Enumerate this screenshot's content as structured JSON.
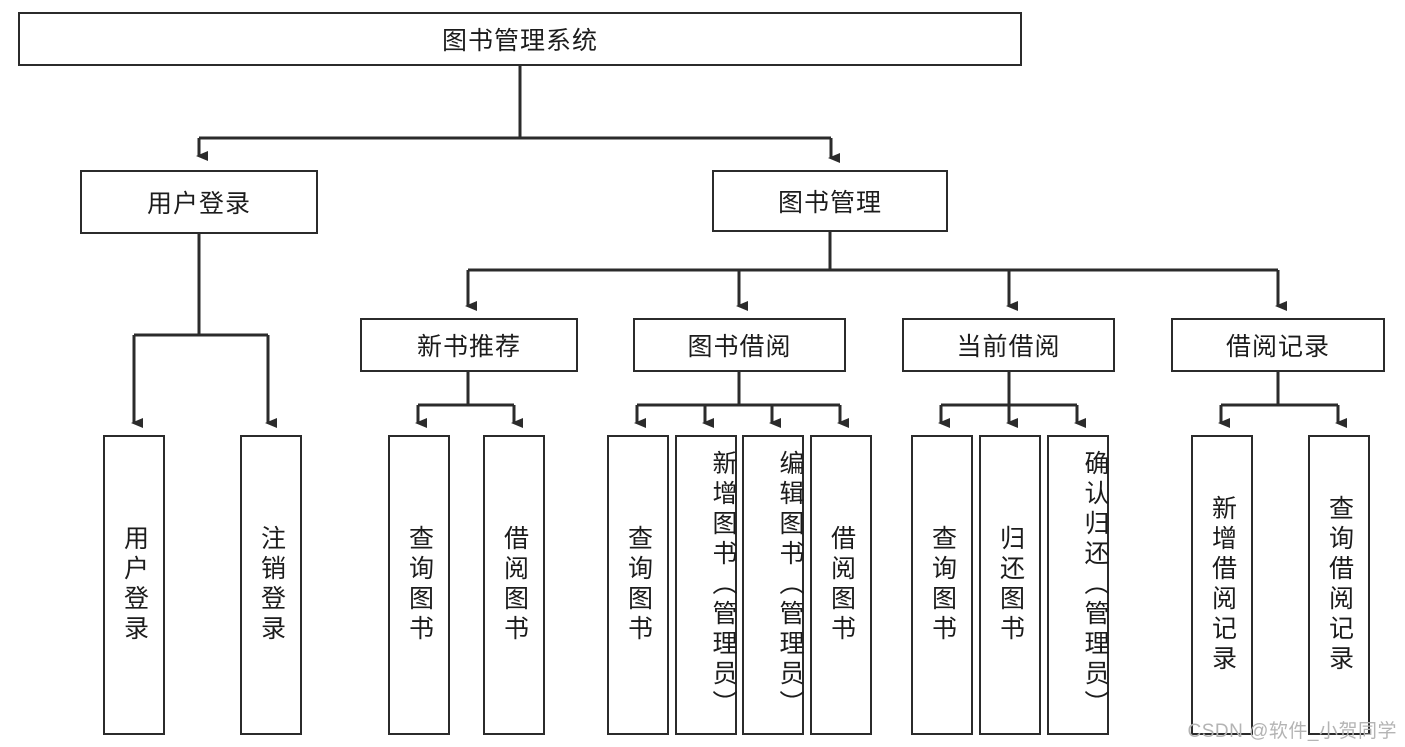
{
  "diagram": {
    "type": "tree-hierarchy-diagram",
    "title": "图书管理系统",
    "watermark": "CSDN @软件_小贺同学",
    "colors": {
      "stroke": "#2b2b2b",
      "fill": "#ffffff",
      "text": "#1c1c1c",
      "watermark": "#b4b4b4"
    },
    "nodes": {
      "root": {
        "label": "图书管理系统"
      },
      "level2": [
        {
          "id": "user-login",
          "label": "用户登录"
        },
        {
          "id": "book-manage",
          "label": "图书管理"
        }
      ],
      "level3": [
        {
          "id": "new-book-recommend",
          "label": "新书推荐"
        },
        {
          "id": "book-borrow",
          "label": "图书借阅"
        },
        {
          "id": "current-borrow",
          "label": "当前借阅"
        },
        {
          "id": "borrow-record",
          "label": "借阅记录"
        }
      ],
      "leaves": [
        {
          "id": "leaf-user-login",
          "label": "用户登录",
          "parent": "user-login"
        },
        {
          "id": "leaf-user-logout",
          "label": "注销登录",
          "parent": "user-login"
        },
        {
          "id": "leaf-query-book-1",
          "label": "查询图书",
          "parent": "new-book-recommend"
        },
        {
          "id": "leaf-borrow-book-1",
          "label": "借阅图书",
          "parent": "new-book-recommend"
        },
        {
          "id": "leaf-query-book-2",
          "label": "查询图书",
          "parent": "book-borrow"
        },
        {
          "id": "leaf-add-book",
          "label": "新增图书（管理员）",
          "parent": "book-borrow"
        },
        {
          "id": "leaf-edit-book",
          "label": "编辑图书（管理员）",
          "parent": "book-borrow"
        },
        {
          "id": "leaf-borrow-book-2",
          "label": "借阅图书",
          "parent": "book-borrow"
        },
        {
          "id": "leaf-query-book-3",
          "label": "查询图书",
          "parent": "current-borrow"
        },
        {
          "id": "leaf-return-book",
          "label": "归还图书",
          "parent": "current-borrow"
        },
        {
          "id": "leaf-confirm-return",
          "label": "确认归还（管理员）",
          "parent": "current-borrow"
        },
        {
          "id": "leaf-add-record",
          "label": "新增借阅记录",
          "parent": "borrow-record"
        },
        {
          "id": "leaf-query-record",
          "label": "查询借阅记录",
          "parent": "borrow-record"
        }
      ]
    }
  }
}
